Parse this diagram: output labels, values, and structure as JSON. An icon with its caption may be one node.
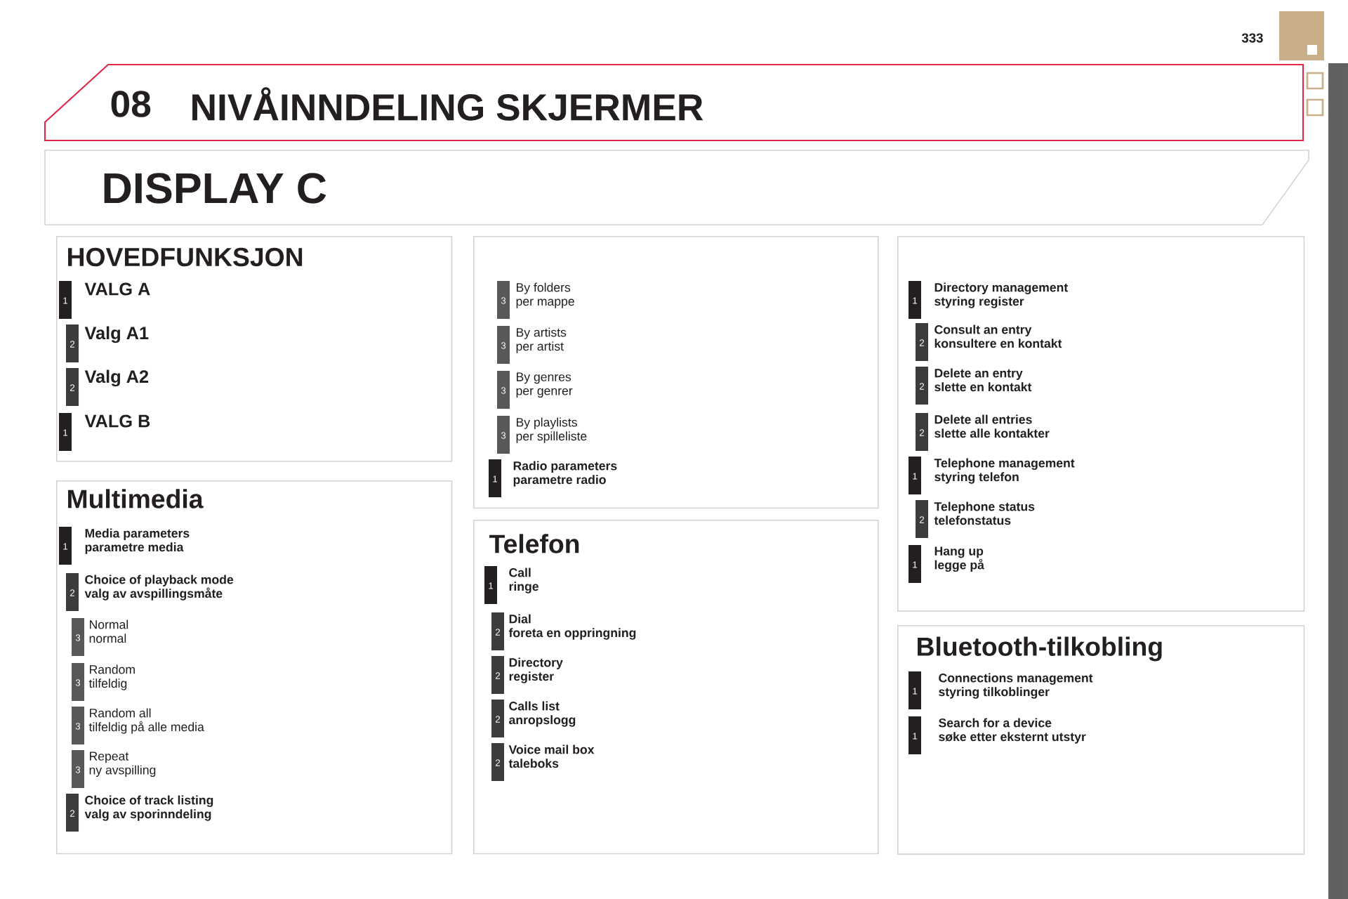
{
  "diagram": {
    "title": "NIVÅINNDELING SKJERMER",
    "labels": [
      "333",
      "08",
      "DISPLAY C"
    ],
    "nodes": [
      {
        "text": [
          "HOVEDFUNKSJON"
        ]
      },
      {
        "text": [
          "1",
          "VALG A"
        ],
        "in": 0
      },
      {
        "text": [
          "2",
          "Valg A1"
        ],
        "in": 0
      },
      {
        "text": [
          "2",
          "Valg A2"
        ],
        "in": 0
      },
      {
        "text": [
          "1",
          "VALG B"
        ],
        "in": 0
      },
      {
        "text": [
          "Multimedia"
        ]
      },
      {
        "text": [
          "1",
          "Media parameters",
          "parametre media"
        ],
        "in": 5
      },
      {
        "text": [
          "2",
          "Choice of playback mode",
          "valg av avspillingsmåte"
        ],
        "in": 5
      },
      {
        "text": [
          "3",
          "Normal",
          "normal"
        ],
        "in": 5
      },
      {
        "text": [
          "3",
          "Random",
          "tilfeldig"
        ],
        "in": 5
      },
      {
        "text": [
          "3",
          "Random all",
          "tilfeldig på alle media"
        ],
        "in": 5
      },
      {
        "text": [
          "3",
          "Repeat",
          "ny avspilling"
        ],
        "in": 5
      },
      {
        "text": [
          "2",
          "Choice of track listing",
          "valg av sporinndeling"
        ],
        "in": 5
      },
      {
        "text": [],
        "shape": "box"
      },
      {
        "text": [
          "3",
          "By folders",
          "per mappe"
        ],
        "in": 13
      },
      {
        "text": [
          "3",
          "By artists",
          "per artist"
        ],
        "in": 13
      },
      {
        "text": [
          "3",
          "By genres",
          "per genrer"
        ],
        "in": 13
      },
      {
        "text": [
          "3",
          "By playlists",
          "per spilleliste"
        ],
        "in": 13
      },
      {
        "text": [
          "1",
          "Radio parameters",
          "parametre radio"
        ],
        "in": 13
      },
      {
        "text": [
          "Telefon"
        ]
      },
      {
        "text": [
          "1",
          "Call",
          "ringe"
        ],
        "in": 19
      },
      {
        "text": [
          "2",
          "Dial",
          "foreta en oppringning"
        ],
        "in": 19
      },
      {
        "text": [
          "2",
          "Directory",
          "register"
        ],
        "in": 19
      },
      {
        "text": [
          "2",
          "Calls list",
          "anropslogg"
        ],
        "in": 19
      },
      {
        "text": [
          "2",
          "Voice mail box",
          "taleboks"
        ],
        "in": 19
      },
      {
        "text": [],
        "shape": "box"
      },
      {
        "text": [
          "1",
          "Directory management",
          "styring register"
        ],
        "in": 25
      },
      {
        "text": [
          "2",
          "Consult an entry",
          "konsultere en kontakt"
        ],
        "in": 25
      },
      {
        "text": [
          "2",
          "Delete an entry",
          "slette en kontakt"
        ],
        "in": 25
      },
      {
        "text": [
          "2",
          "Delete all entries",
          "slette alle kontakter"
        ],
        "in": 25
      },
      {
        "text": [
          "1",
          "Telephone management",
          "styring telefon"
        ],
        "in": 25
      },
      {
        "text": [
          "2",
          "Telephone status",
          "telefonstatus"
        ],
        "in": 25
      },
      {
        "text": [
          "1",
          "Hang up",
          "legge på"
        ],
        "in": 25
      },
      {
        "text": [
          "Bluetooth-tilkobling"
        ]
      },
      {
        "text": [
          "1",
          "Connections management",
          "styring tilkoblinger"
        ],
        "in": 33
      },
      {
        "text": [
          "1",
          "Search for a device",
          "søke etter eksternt utstyr"
        ],
        "in": 33
      }
    ]
  }
}
